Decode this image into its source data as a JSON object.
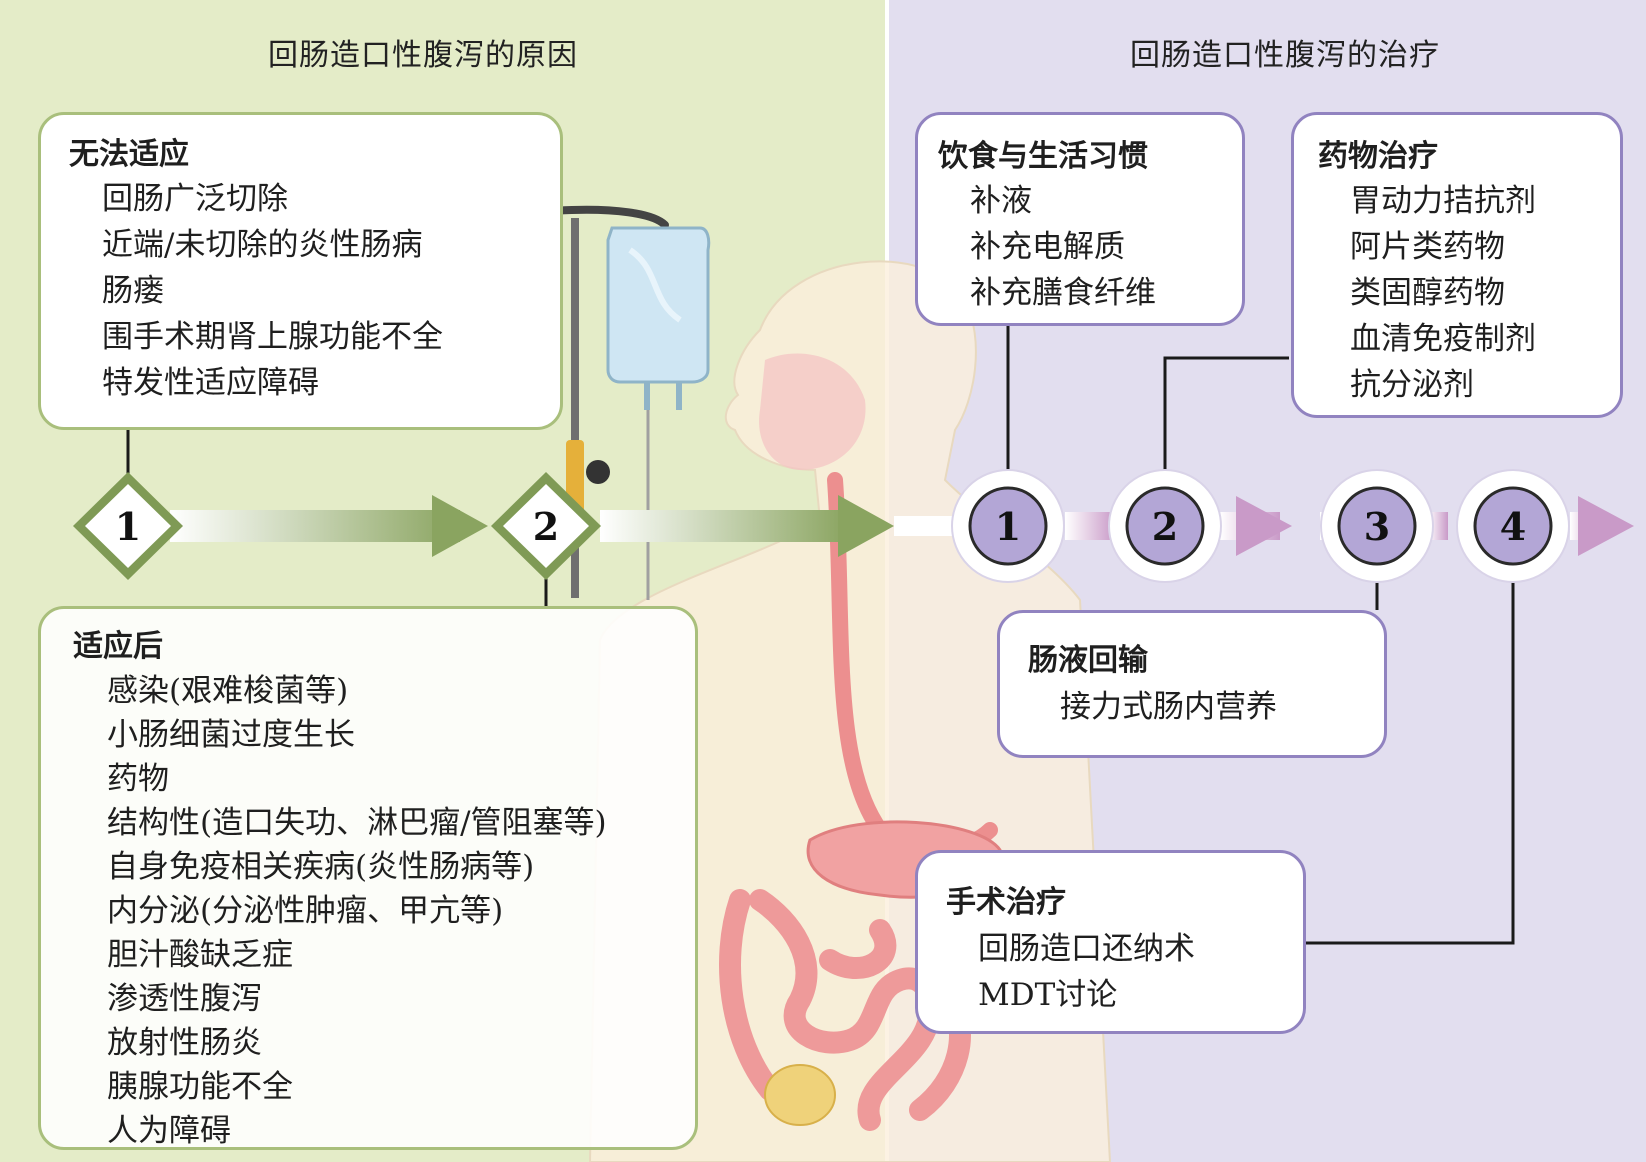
{
  "left_heading": "回肠造口性腹泻的原因",
  "right_heading": "回肠造口性腹泻的治疗",
  "markers": {
    "left": [
      "1",
      "2"
    ],
    "right": [
      "1",
      "2",
      "3",
      "4"
    ]
  },
  "colors": {
    "left_bg": "#e4ecc8",
    "right_bg": "#e2deef",
    "green_arrow": "#8aa460",
    "purple_arrow": "#c99ac8",
    "purple_circle": "#b3a6d6"
  },
  "no_adaptation": {
    "title": "无法适应",
    "items": [
      "回肠广泛切除",
      "近端/未切除的炎性肠病",
      "肠瘘",
      "围手术期肾上腺功能不全",
      "特发性适应障碍"
    ]
  },
  "post_adaptation": {
    "title": "适应后",
    "items": [
      "感染(艰难梭菌等)",
      "小肠细菌过度生长",
      "药物",
      "结构性(造口失功、淋巴瘤/管阻塞等)",
      "自身免疫相关疾病(炎性肠病等)",
      "内分泌(分泌性肿瘤、甲亢等)",
      "胆汁酸缺乏症",
      "渗透性腹泻",
      "放射性肠炎",
      "胰腺功能不全",
      "人为障碍"
    ]
  },
  "diet_lifestyle": {
    "title": "饮食与生活习惯",
    "items": [
      "补液",
      "补充电解质",
      "补充膳食纤维"
    ]
  },
  "drug_therapy": {
    "title": "药物治疗",
    "items": [
      "胃动力拮抗剂",
      "阿片类药物",
      "类固醇药物",
      "血清免疫制剂",
      "抗分泌剂"
    ]
  },
  "reinfusion": {
    "title": "肠液回输",
    "items": [
      "接力式肠内营养"
    ]
  },
  "surgery": {
    "title": "手术治疗",
    "items": [
      "回肠造口还纳术",
      "MDT讨论"
    ]
  }
}
